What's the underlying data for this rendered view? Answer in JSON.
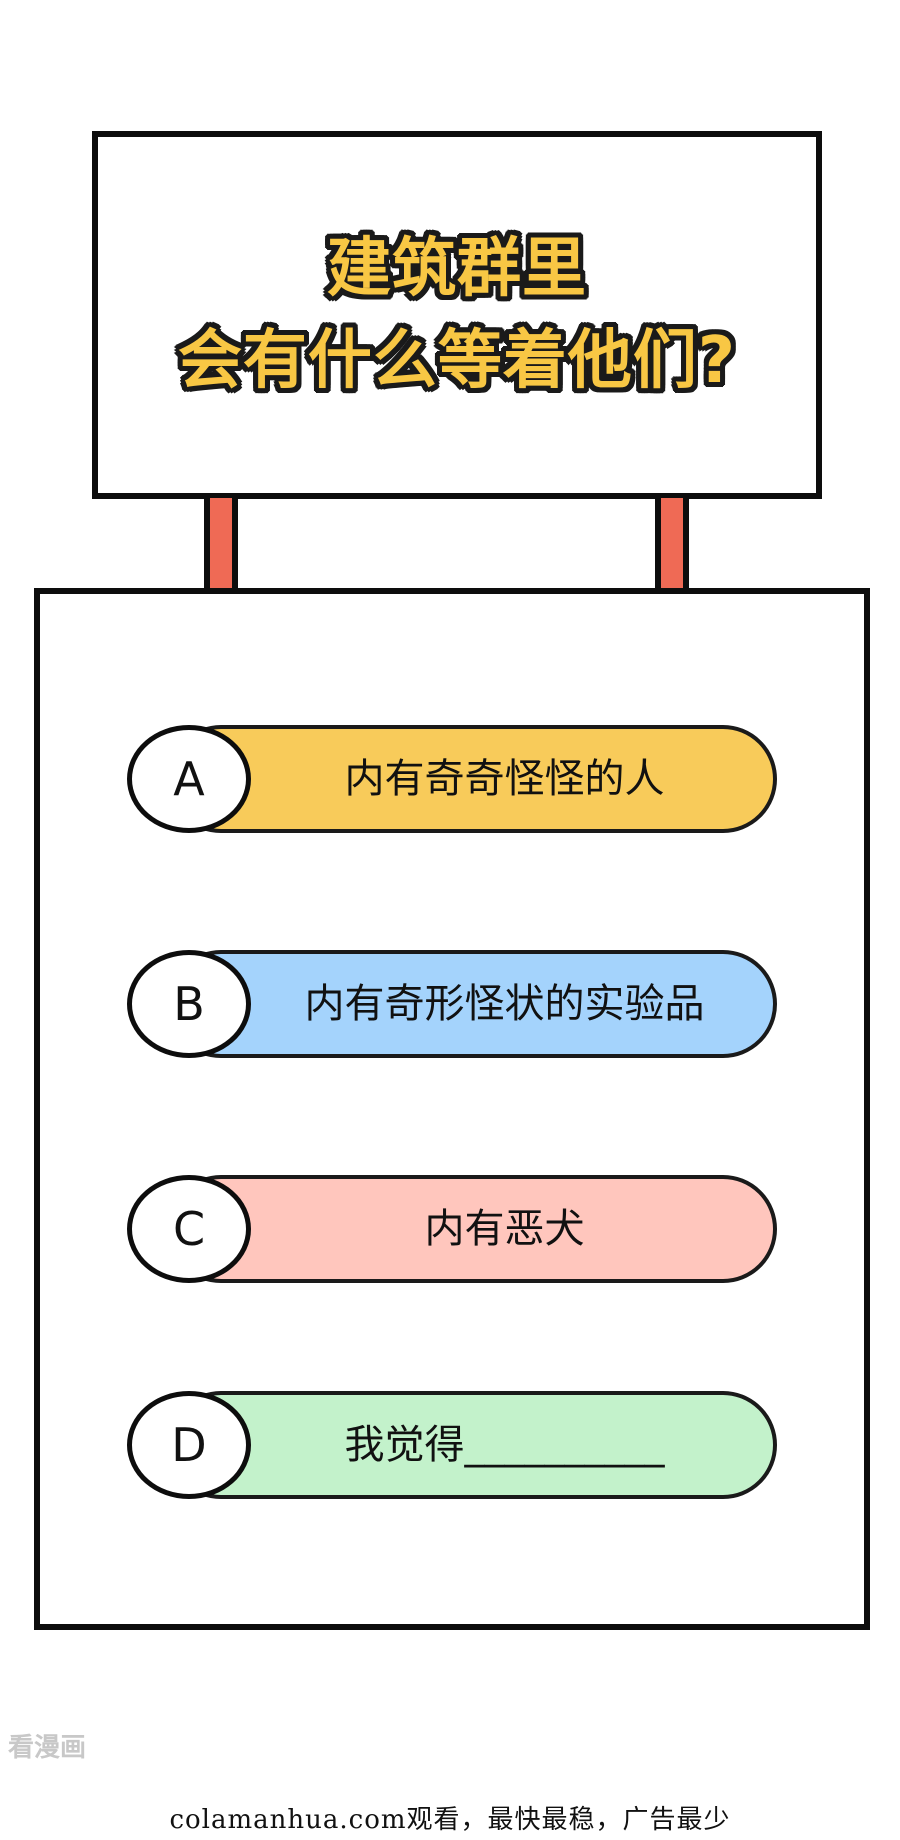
{
  "question": {
    "line1": "建筑群里",
    "line2": "会有什么等着他们?"
  },
  "options": [
    {
      "letter": "A",
      "text": "内有奇奇怪怪的人",
      "color": "#f8cb5a"
    },
    {
      "letter": "B",
      "text": "内有奇形怪状的实验品",
      "color": "#a4d3fc"
    },
    {
      "letter": "C",
      "text": "内有恶犬",
      "color": "#ffc6bd"
    },
    {
      "letter": "D",
      "text": "我觉得__________",
      "color": "#c3f2cb"
    }
  ],
  "watermark": "看漫画",
  "footer": "colamanhua.com观看，最快最稳，广告最少",
  "colors": {
    "outline": "#0d0d0d",
    "post": "#ef6a55",
    "question_fill": "#f8c744"
  }
}
